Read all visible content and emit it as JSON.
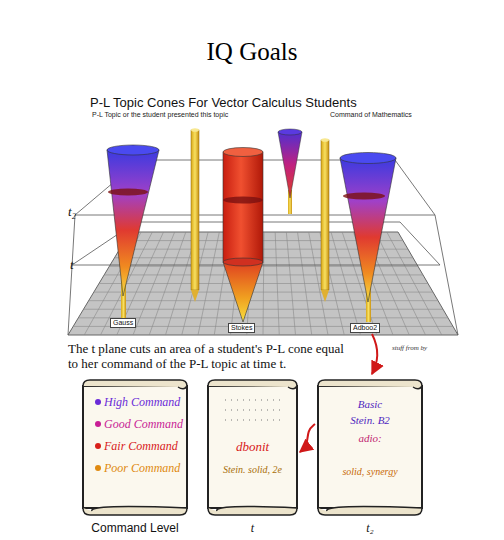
{
  "diagram": {
    "title": "IQ Goals",
    "nodes": [
      {
        "text": [
          "Command Level"
        ]
      },
      {
        "text": [
          "dbonit",
          "Stein. solid, 2e",
          "t"
        ]
      },
      {
        "text": [
          "Basic",
          "Stein. B2",
          "adio:",
          "solid, synergy",
          "t₂"
        ]
      }
    ],
    "edges": [
      {
        "from": 2,
        "to": 1,
        "arrow": "to"
      }
    ],
    "labels": [
      "P-L Topic Cones For Vector Calculus Students",
      "P-L Topic or the student presented this topic",
      "Command of Mathematics",
      "t₂",
      "t",
      "Gauss",
      "Stokes",
      "Adboo2",
      "The t plane cuts an area of a student's P-L cone equal to her command of the P-L topic at time t.",
      "stuff from by"
    ],
    "legend": [
      {
        "text": "High Command",
        "color": "#6a2bd8"
      },
      {
        "text": "Good Command",
        "color": "#c81e96"
      },
      {
        "text": "Fair Command",
        "color": "#d8201a"
      },
      {
        "text": "Poor Command",
        "color": "#e08a10"
      }
    ]
  }
}
